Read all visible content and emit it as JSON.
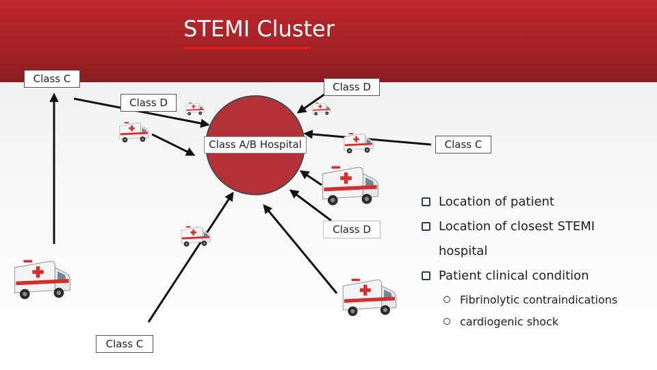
{
  "slide": {
    "title": "STEMI Cluster"
  },
  "diagram": {
    "hospital_label": "Class A/B Hospital",
    "labels": [
      {
        "id": "class-c-top-left",
        "text": "Class C"
      },
      {
        "id": "class-d-top-right",
        "text": "Class D"
      },
      {
        "id": "class-d-left",
        "text": "Class D"
      },
      {
        "id": "class-c-right",
        "text": "Class C"
      },
      {
        "id": "class-d-lower",
        "text": "Class D"
      },
      {
        "id": "class-c-bottom",
        "text": "Class C"
      }
    ],
    "ambulance_icon": "ambulance-icon"
  },
  "criteria": {
    "items": [
      "Location of patient",
      "Location of closest STEMI",
      "hospital",
      "Patient clinical condition"
    ],
    "subitems": [
      "Fibrinolytic contraindications",
      "cardiogenic shock"
    ]
  },
  "colors": {
    "header": "#a22226",
    "accent": "#e0191f",
    "hospital": "#b43138",
    "ambulance_stripe": "#d32f2f"
  }
}
